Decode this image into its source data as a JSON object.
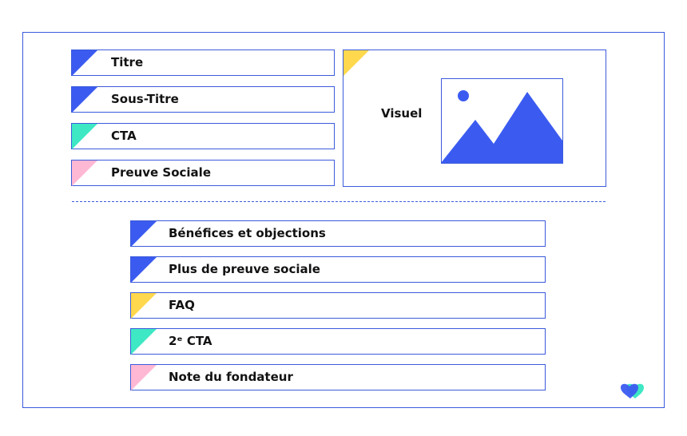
{
  "colors": {
    "blue": "#3b5bf0",
    "teal": "#3ee8c4",
    "pink": "#ffb8d4",
    "yellow": "#ffd84d",
    "outline": "#3b5bdb"
  },
  "hero": {
    "blocks": [
      {
        "label": "Titre",
        "color": "blue"
      },
      {
        "label": "Sous-Titre",
        "color": "blue"
      },
      {
        "label": "CTA",
        "color": "teal"
      },
      {
        "label": "Preuve Sociale",
        "color": "pink"
      }
    ],
    "visual": {
      "label": "Visuel",
      "color": "yellow",
      "icon": "image-placeholder-icon"
    }
  },
  "sections": [
    {
      "label": "Bénéfices et objections",
      "color": "blue"
    },
    {
      "label": "Plus de preuve sociale",
      "color": "blue"
    },
    {
      "label": "FAQ",
      "color": "yellow"
    },
    {
      "label": "2ᵉ CTA",
      "color": "teal"
    },
    {
      "label": "Note du fondateur",
      "color": "pink"
    }
  ],
  "logo": {
    "icon": "heart-logo-icon"
  }
}
